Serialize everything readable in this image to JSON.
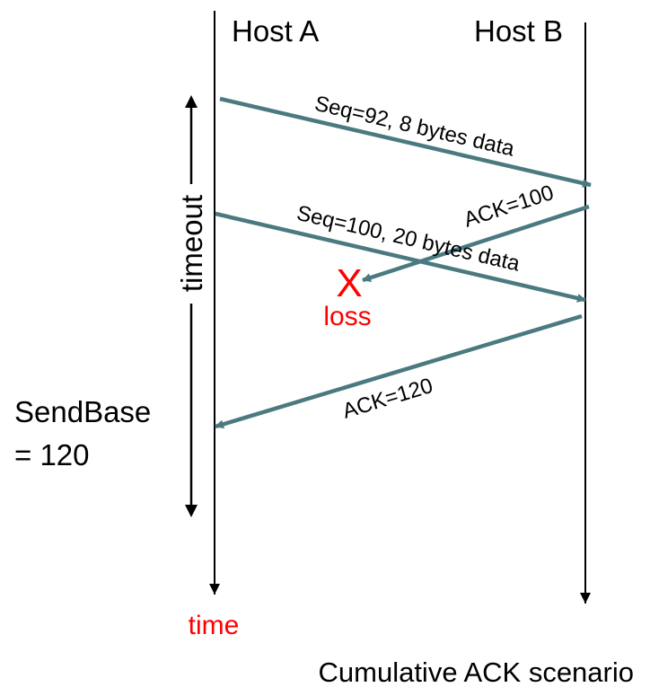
{
  "hosts": {
    "a": "Host A",
    "b": "Host B"
  },
  "messages": [
    {
      "label": "Seq=92, 8 bytes data",
      "from": "Host A",
      "to": "Host B"
    },
    {
      "label": "ACK=100",
      "from": "Host B",
      "to": "Host A",
      "lost": true
    },
    {
      "label": "Seq=100, 20 bytes data",
      "from": "Host A",
      "to": "Host B"
    },
    {
      "label": "ACK=120",
      "from": "Host B",
      "to": "Host A"
    }
  ],
  "loss": {
    "mark": "X",
    "label": "loss"
  },
  "timeout_label": "timeout",
  "sendbase": {
    "line1": "SendBase",
    "line2": "= 120"
  },
  "time_label": "time",
  "caption": "Cumulative ACK scenario",
  "colors": {
    "arrow": "#4a7a80",
    "loss": "#ff0000",
    "time": "#ff0000",
    "text": "#000000",
    "timeline": "#000000"
  }
}
